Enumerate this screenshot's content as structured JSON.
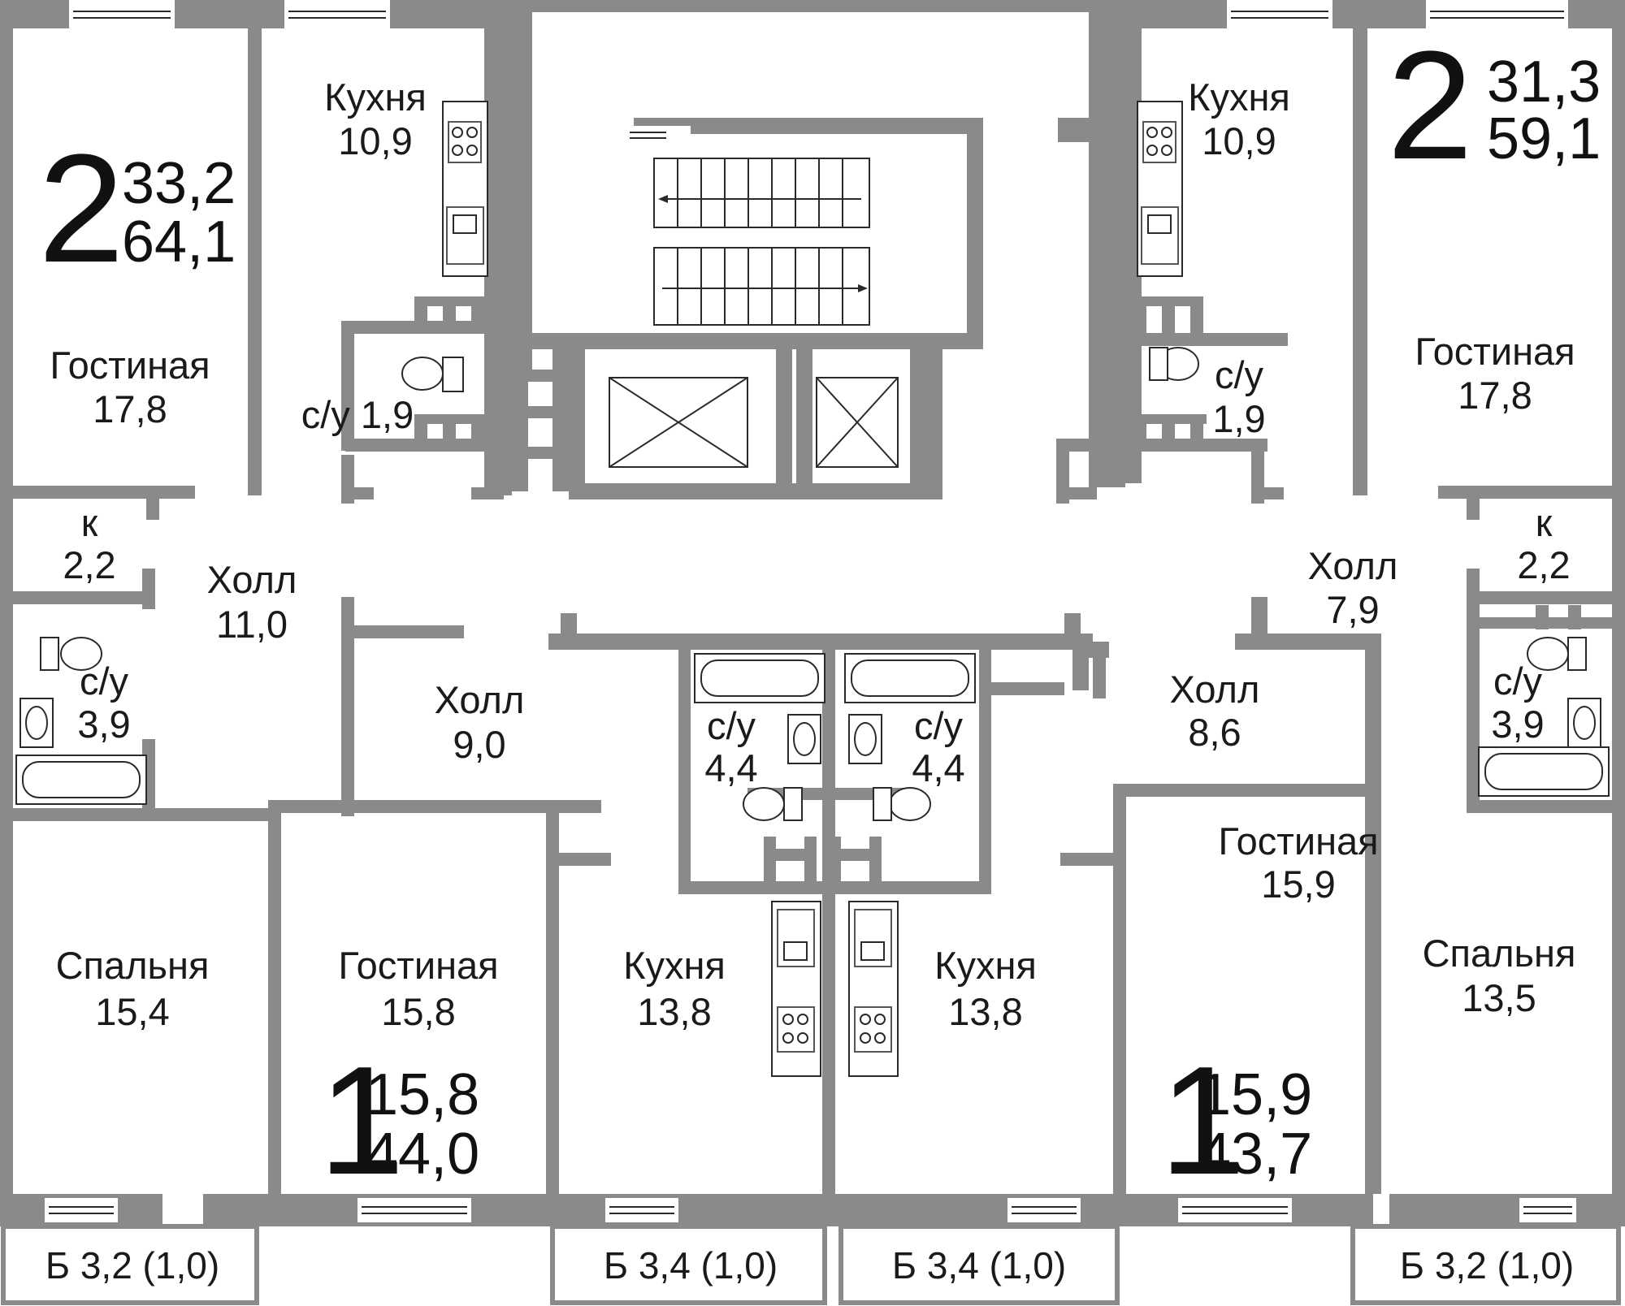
{
  "apartments": [
    {
      "id": "apt-left-2room",
      "rooms": "2",
      "living_area": "33,2",
      "total_area": "64,1"
    },
    {
      "id": "apt-right-2room",
      "rooms": "2",
      "living_area": "31,3",
      "total_area": "59,1"
    },
    {
      "id": "apt-center-left-1room",
      "rooms": "1",
      "living_area": "15,8",
      "total_area": "44,0"
    },
    {
      "id": "apt-center-right-1room",
      "rooms": "1",
      "living_area": "15,9",
      "total_area": "43,7"
    }
  ],
  "rooms": [
    {
      "name": "Кухня",
      "area": "10,9"
    },
    {
      "name": "Гостиная",
      "area": "17,8"
    },
    {
      "name": "с/у 1,9"
    },
    {
      "name": "к",
      "area": "2,2"
    },
    {
      "name": "Холл",
      "area": "11,0"
    },
    {
      "name": "с/у",
      "area": "3,9"
    },
    {
      "name": "Спальня",
      "area": "15,4"
    },
    {
      "name": "Холл",
      "area": "9,0"
    },
    {
      "name": "Гостиная",
      "area": "15,8"
    },
    {
      "name": "с/у",
      "area": "4,4"
    },
    {
      "name": "Кухня",
      "area": "13,8"
    },
    {
      "name": "с/у",
      "area": "4,4"
    },
    {
      "name": "Кухня",
      "area": "13,8"
    },
    {
      "name": "Холл",
      "area": "8,6"
    },
    {
      "name": "Гостиная",
      "area": "15,9"
    },
    {
      "name": "Кухня",
      "area": "10,9"
    },
    {
      "name": "с/у",
      "area": "1,9"
    },
    {
      "name": "Гостиная",
      "area": "17,8"
    },
    {
      "name": "Холл",
      "area": "7,9"
    },
    {
      "name": "к",
      "area": "2,2"
    },
    {
      "name": "с/у",
      "area": "3,9"
    },
    {
      "name": "Спальня",
      "area": "13,5"
    }
  ],
  "balconies": [
    {
      "label": "Б  3,2 (1,0)"
    },
    {
      "label": "Б  3,4 (1,0)"
    },
    {
      "label": "Б  3,4 (1,0)"
    },
    {
      "label": "Б  3,2 (1,0)"
    }
  ],
  "colors": {
    "walls": "#8a8a8a",
    "background": "#ffffff",
    "text": "#1a1a1a"
  }
}
